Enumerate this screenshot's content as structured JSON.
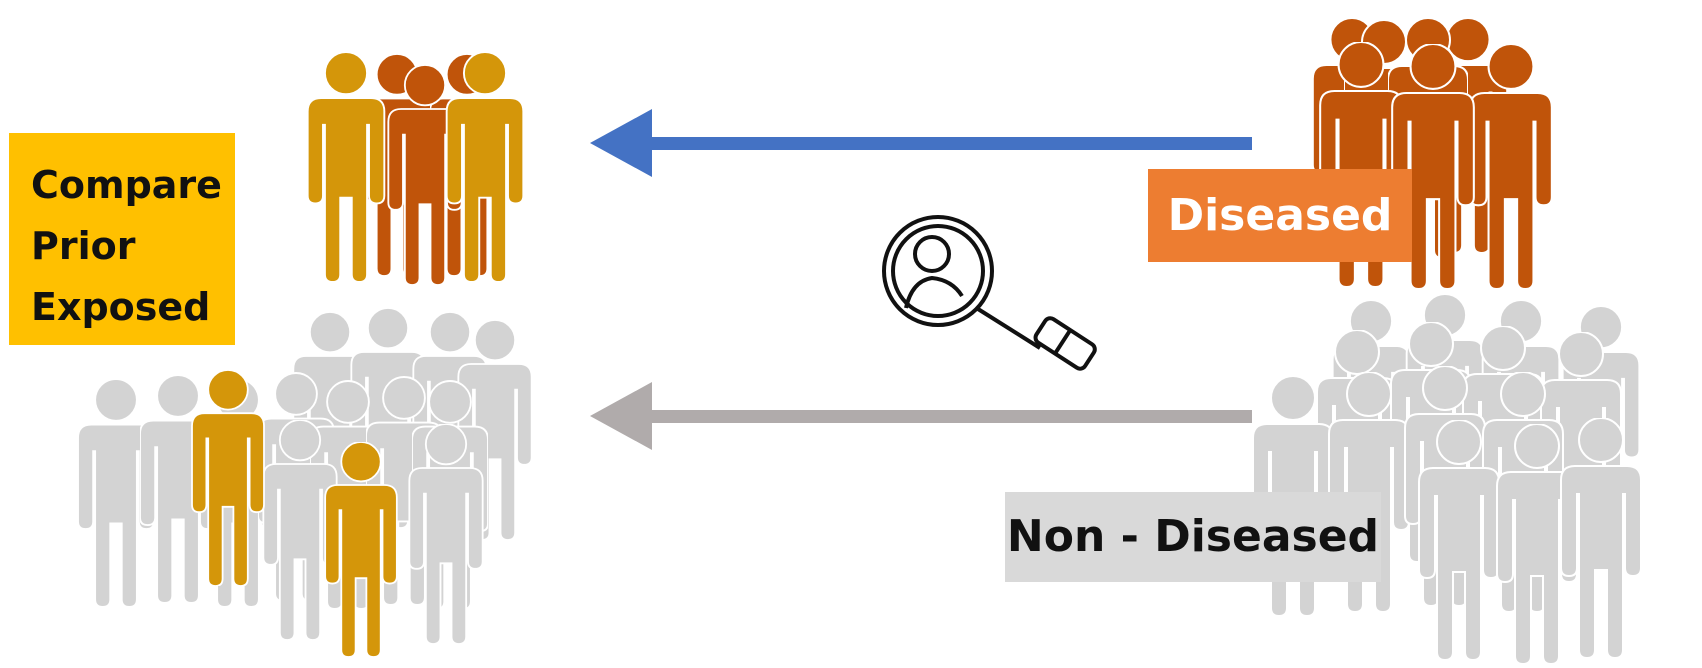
{
  "colors": {
    "gold": "#D4960A",
    "dark_orange": "#C0540A",
    "label_orange": "#ED7D31",
    "label_gold": "#FFC000",
    "gray_person": "#D3D3D3",
    "label_gray": "#D9D9D9",
    "blue_arrow": "#4472C4",
    "gray_arrow": "#B0ABAB"
  },
  "labels": {
    "compare_lines": [
      "Compare",
      "Prior",
      "Exposed"
    ],
    "diseased": "Diseased",
    "non_diseased": "Non - Diseased"
  },
  "icons": {
    "search": "search-person-icon"
  }
}
